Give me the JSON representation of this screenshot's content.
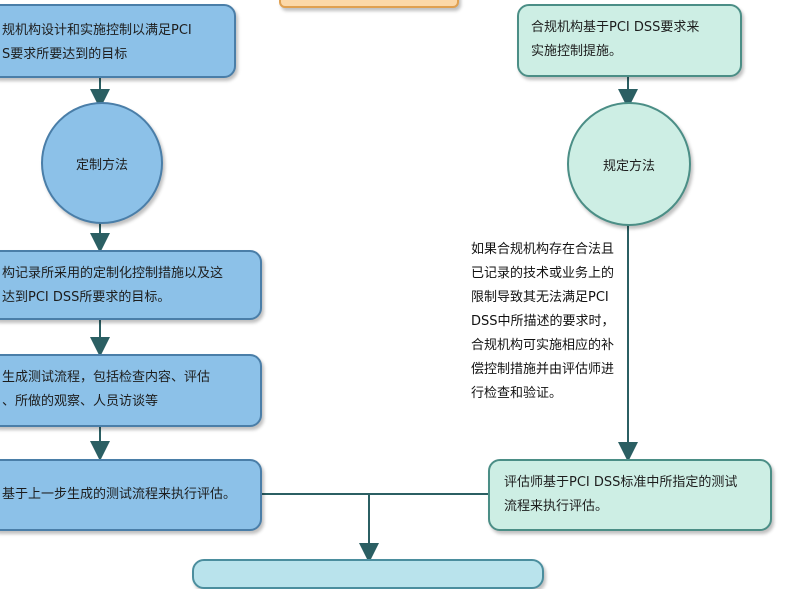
{
  "colors": {
    "blue_fill": "#8cc1e8",
    "blue_border": "#4a7ea8",
    "teal_fill": "#cdeee4",
    "teal_border": "#4b8e86",
    "orange_fill": "#fcd8a8",
    "connector": "#2b5f63"
  },
  "left": {
    "goal": {
      "line1": "规机构设计和实施控制以满足PCI",
      "line2": "S要求所要达到的目标"
    },
    "method": "定制方法",
    "record": {
      "line1": "构记录所采用的定制化控制措施以及这",
      "line2": "达到PCI DSS所要求的目标。"
    },
    "testproc": {
      "line1": "生成测试流程，包括检查内容、评估",
      "line2": "、所做的观察、人员访谈等"
    },
    "execute": "基于上一步生成的测试流程来执行评估。"
  },
  "right": {
    "implement": {
      "line1": "合规机构基于PCI DSS要求来",
      "line2": "实施控制提施。"
    },
    "method": "规定方法",
    "note": [
      "如果合规机构存在合法且",
      "已记录的技术或业务上的",
      "限制导致其无法满足PCI",
      "DSS中所描述的要求时，",
      "合规机构可实施相应的补",
      "偿控制措施并由评估师进",
      "行检查和验证。"
    ],
    "assess": {
      "line1": "评估师基于PCI DSS标准中所指定的测试",
      "line2": "流程来执行评估。"
    }
  }
}
